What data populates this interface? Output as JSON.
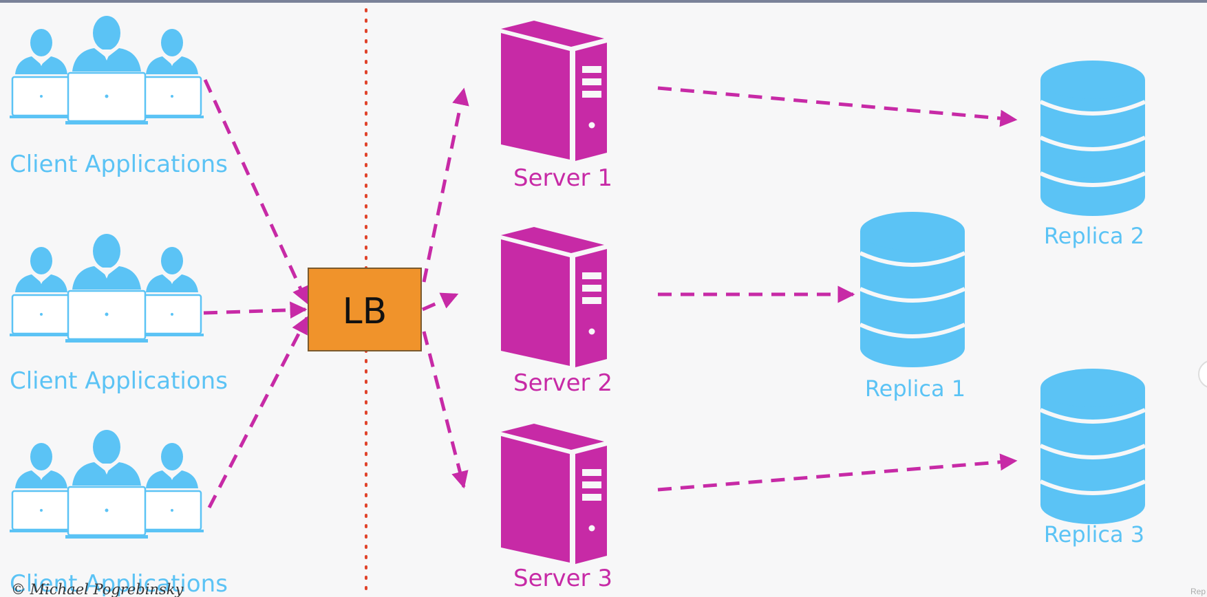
{
  "diagram": {
    "client_groups": [
      {
        "label": "Client Applications"
      },
      {
        "label": "Client Applications"
      },
      {
        "label": "Client Applications"
      }
    ],
    "load_balancer": {
      "label": "LB",
      "color": "#f0932b"
    },
    "servers": [
      {
        "label": "Server 1"
      },
      {
        "label": "Server 2"
      },
      {
        "label": "Server 3"
      }
    ],
    "replicas": [
      {
        "label": "Replica 2"
      },
      {
        "label": "Replica 1"
      },
      {
        "label": "Replica 3"
      }
    ],
    "copyright": "© Michael Pogrebinsky",
    "corner_label": "Rep",
    "colors": {
      "client": "#5bc3f5",
      "server": "#c72aa6",
      "arrow": "#c72aa6",
      "replica": "#5bc3f5",
      "divider": "#e0432b"
    }
  }
}
